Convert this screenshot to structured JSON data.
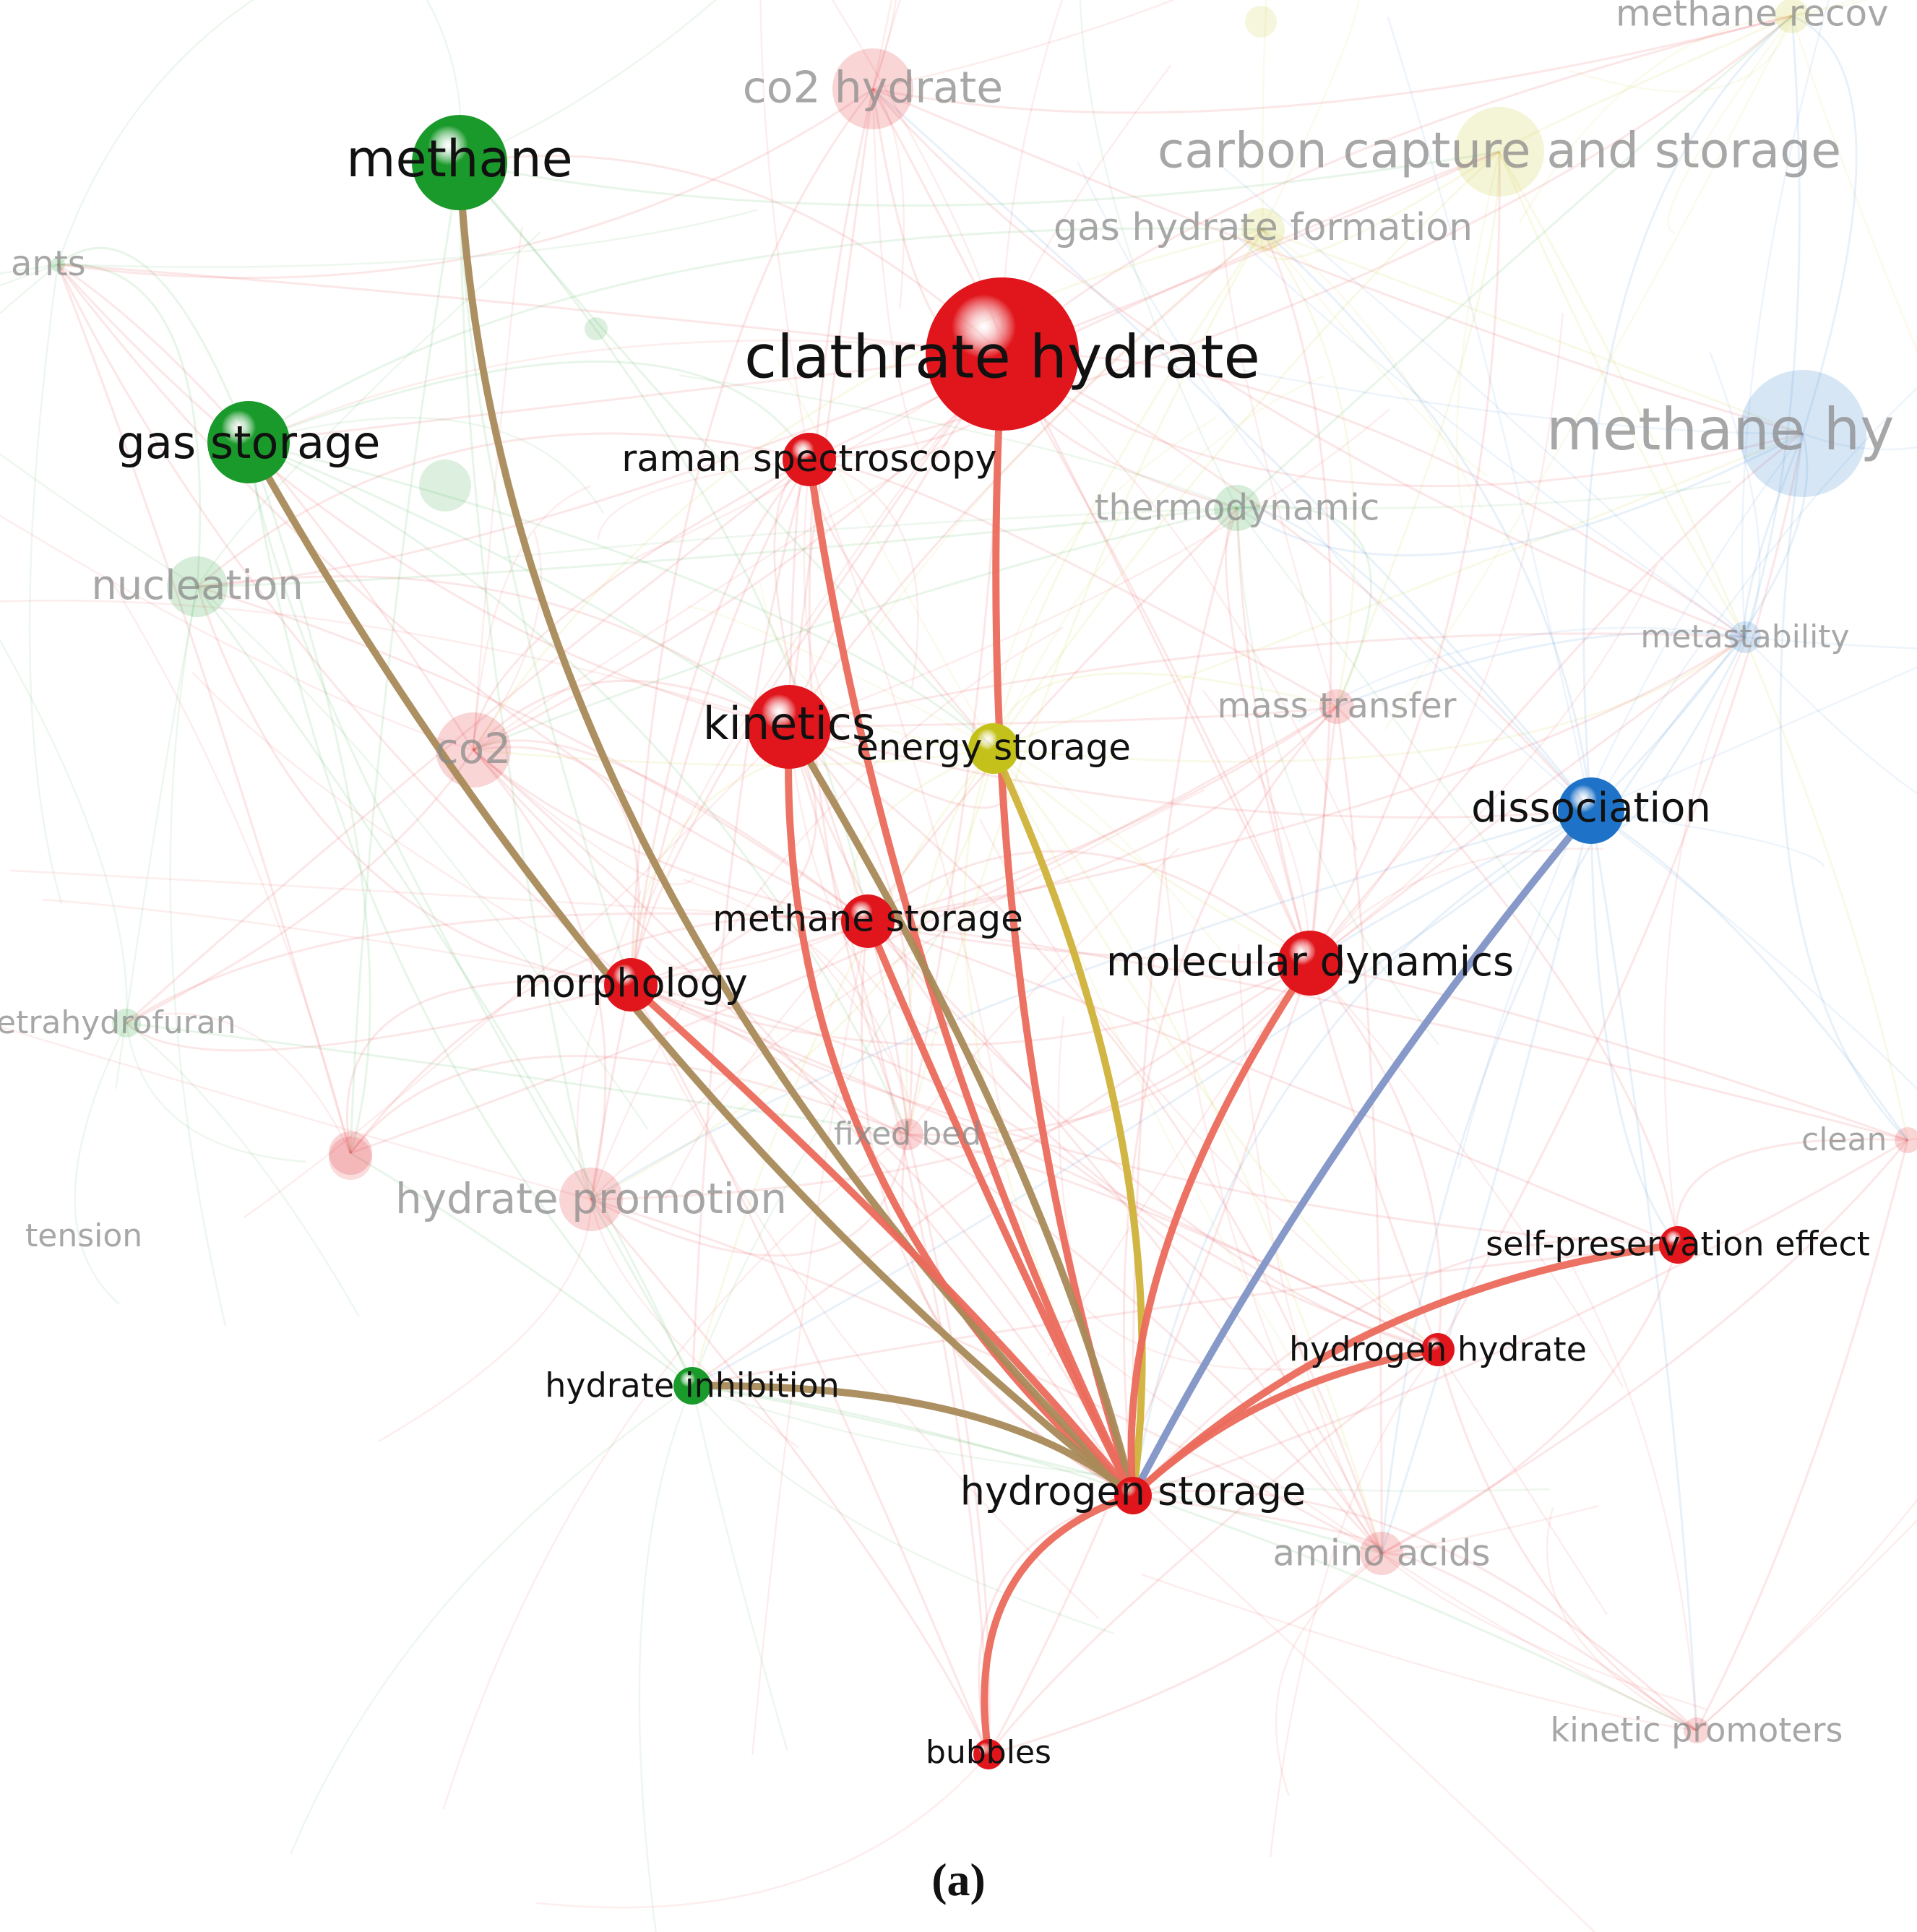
{
  "colors": {
    "red": "#e0161c",
    "green": "#1a9a2b",
    "blue": "#1e73c8",
    "yellow": "#c4c21a",
    "red_link": "#eb6a5c",
    "green_link": "#8bb55a",
    "olive_link": "#a98a58",
    "yellow_link": "#cfb23a",
    "blue_link": "#7f93c6"
  },
  "caption": "(a)",
  "focus_node": "hydrogen storage",
  "nodes": [
    {
      "id": "clathrate-hydrate",
      "label": "clathrate hydrate",
      "cluster": "red",
      "weight": 10,
      "highlight": true
    },
    {
      "id": "methane",
      "label": "methane",
      "cluster": "green",
      "weight": 6,
      "highlight": true
    },
    {
      "id": "gas-storage",
      "label": "gas storage",
      "cluster": "green",
      "weight": 5,
      "highlight": true
    },
    {
      "id": "raman-spectroscopy",
      "label": "raman spectroscopy",
      "cluster": "red",
      "weight": 3,
      "highlight": true
    },
    {
      "id": "kinetics",
      "label": "kinetics",
      "cluster": "red",
      "weight": 6,
      "highlight": true
    },
    {
      "id": "energy-storage",
      "label": "energy storage",
      "cluster": "yellow",
      "weight": 3,
      "highlight": true
    },
    {
      "id": "dissociation",
      "label": "dissociation",
      "cluster": "blue",
      "weight": 4,
      "highlight": true
    },
    {
      "id": "methane-storage",
      "label": "methane storage",
      "cluster": "red",
      "weight": 3,
      "highlight": true
    },
    {
      "id": "molecular-dynamics",
      "label": "molecular dynamics",
      "cluster": "red",
      "weight": 4,
      "highlight": true
    },
    {
      "id": "morphology",
      "label": "morphology",
      "cluster": "red",
      "weight": 3,
      "highlight": true
    },
    {
      "id": "self-preservation-effect",
      "label": "self-preservation effect",
      "cluster": "red",
      "weight": 2,
      "highlight": true
    },
    {
      "id": "hydrogen-hydrate",
      "label": "hydrogen hydrate",
      "cluster": "red",
      "weight": 2,
      "highlight": true
    },
    {
      "id": "hydrate-inhibition",
      "label": "hydrate inhibition",
      "cluster": "green",
      "weight": 2,
      "highlight": true
    },
    {
      "id": "hydrogen-storage",
      "label": "hydrogen storage",
      "cluster": "red",
      "weight": 2,
      "highlight": true
    },
    {
      "id": "bubbles",
      "label": "bubbles",
      "cluster": "red",
      "weight": 2,
      "highlight": true
    },
    {
      "id": "co2-hydrate",
      "label": "co2 hydrate",
      "cluster": "red",
      "weight": 5,
      "highlight": false
    },
    {
      "id": "carbon-capture-and-storage",
      "label": "carbon capture and storage",
      "cluster": "yellow",
      "weight": 6,
      "highlight": false
    },
    {
      "id": "gas-hydrate-formation",
      "label": "gas hydrate formation",
      "cluster": "yellow",
      "weight": 3,
      "highlight": false
    },
    {
      "id": "methane-hydrate",
      "label": "methane hy",
      "cluster": "blue",
      "weight": 10,
      "highlight": false
    },
    {
      "id": "thermodynamic",
      "label": "thermodynamic",
      "cluster": "green",
      "weight": 3,
      "highlight": false
    },
    {
      "id": "nucleation",
      "label": "nucleation",
      "cluster": "green",
      "weight": 4,
      "highlight": false
    },
    {
      "id": "metastability",
      "label": "metastability",
      "cluster": "blue",
      "weight": 2,
      "highlight": false
    },
    {
      "id": "mass-transfer",
      "label": "mass transfer",
      "cluster": "red",
      "weight": 2,
      "highlight": false
    },
    {
      "id": "co2",
      "label": "co2",
      "cluster": "red",
      "weight": 5,
      "highlight": false
    },
    {
      "id": "tetrahydrofuran",
      "label": "etrahydrofuran",
      "cluster": "green",
      "weight": 2,
      "highlight": false
    },
    {
      "id": "fixed-bed",
      "label": "fixed bed",
      "cluster": "red",
      "weight": 2,
      "highlight": false
    },
    {
      "id": "hydrate-promotion",
      "label": "hydrate promotion",
      "cluster": "red",
      "weight": 4,
      "highlight": false
    },
    {
      "id": "tension",
      "label": "tension",
      "cluster": "red",
      "weight": 2,
      "highlight": false
    },
    {
      "id": "clean",
      "label": "clean",
      "cluster": "red",
      "weight": 2,
      "highlight": false
    },
    {
      "id": "amino-acids",
      "label": "amino acids",
      "cluster": "red",
      "weight": 2,
      "highlight": false
    },
    {
      "id": "kinetic-promoters",
      "label": "kinetic promoters",
      "cluster": "red",
      "weight": 2,
      "highlight": false
    },
    {
      "id": "ants",
      "label": "ants",
      "cluster": "green",
      "weight": 1,
      "highlight": false
    },
    {
      "id": "methane-recovery",
      "label": "methane recov",
      "cluster": "yellow",
      "weight": 2,
      "highlight": false
    }
  ],
  "links": [
    {
      "source": "hydrogen-storage",
      "target": "clathrate-hydrate",
      "color": "red_link"
    },
    {
      "source": "hydrogen-storage",
      "target": "raman-spectroscopy",
      "color": "red_link"
    },
    {
      "source": "hydrogen-storage",
      "target": "kinetics",
      "color": "red_link"
    },
    {
      "source": "hydrogen-storage",
      "target": "kinetics",
      "color": "olive_link"
    },
    {
      "source": "hydrogen-storage",
      "target": "methane",
      "color": "olive_link"
    },
    {
      "source": "hydrogen-storage",
      "target": "gas-storage",
      "color": "olive_link"
    },
    {
      "source": "hydrogen-storage",
      "target": "energy-storage",
      "color": "yellow_link"
    },
    {
      "source": "hydrogen-storage",
      "target": "dissociation",
      "color": "blue_link"
    },
    {
      "source": "hydrogen-storage",
      "target": "methane-storage",
      "color": "red_link"
    },
    {
      "source": "hydrogen-storage",
      "target": "molecular-dynamics",
      "color": "red_link"
    },
    {
      "source": "hydrogen-storage",
      "target": "morphology",
      "color": "red_link"
    },
    {
      "source": "hydrogen-storage",
      "target": "hydrate-inhibition",
      "color": "olive_link"
    },
    {
      "source": "hydrogen-storage",
      "target": "hydrogen-hydrate",
      "color": "red_link"
    },
    {
      "source": "hydrogen-storage",
      "target": "self-preservation-effect",
      "color": "red_link"
    },
    {
      "source": "hydrogen-storage",
      "target": "bubbles",
      "color": "red_link"
    }
  ]
}
